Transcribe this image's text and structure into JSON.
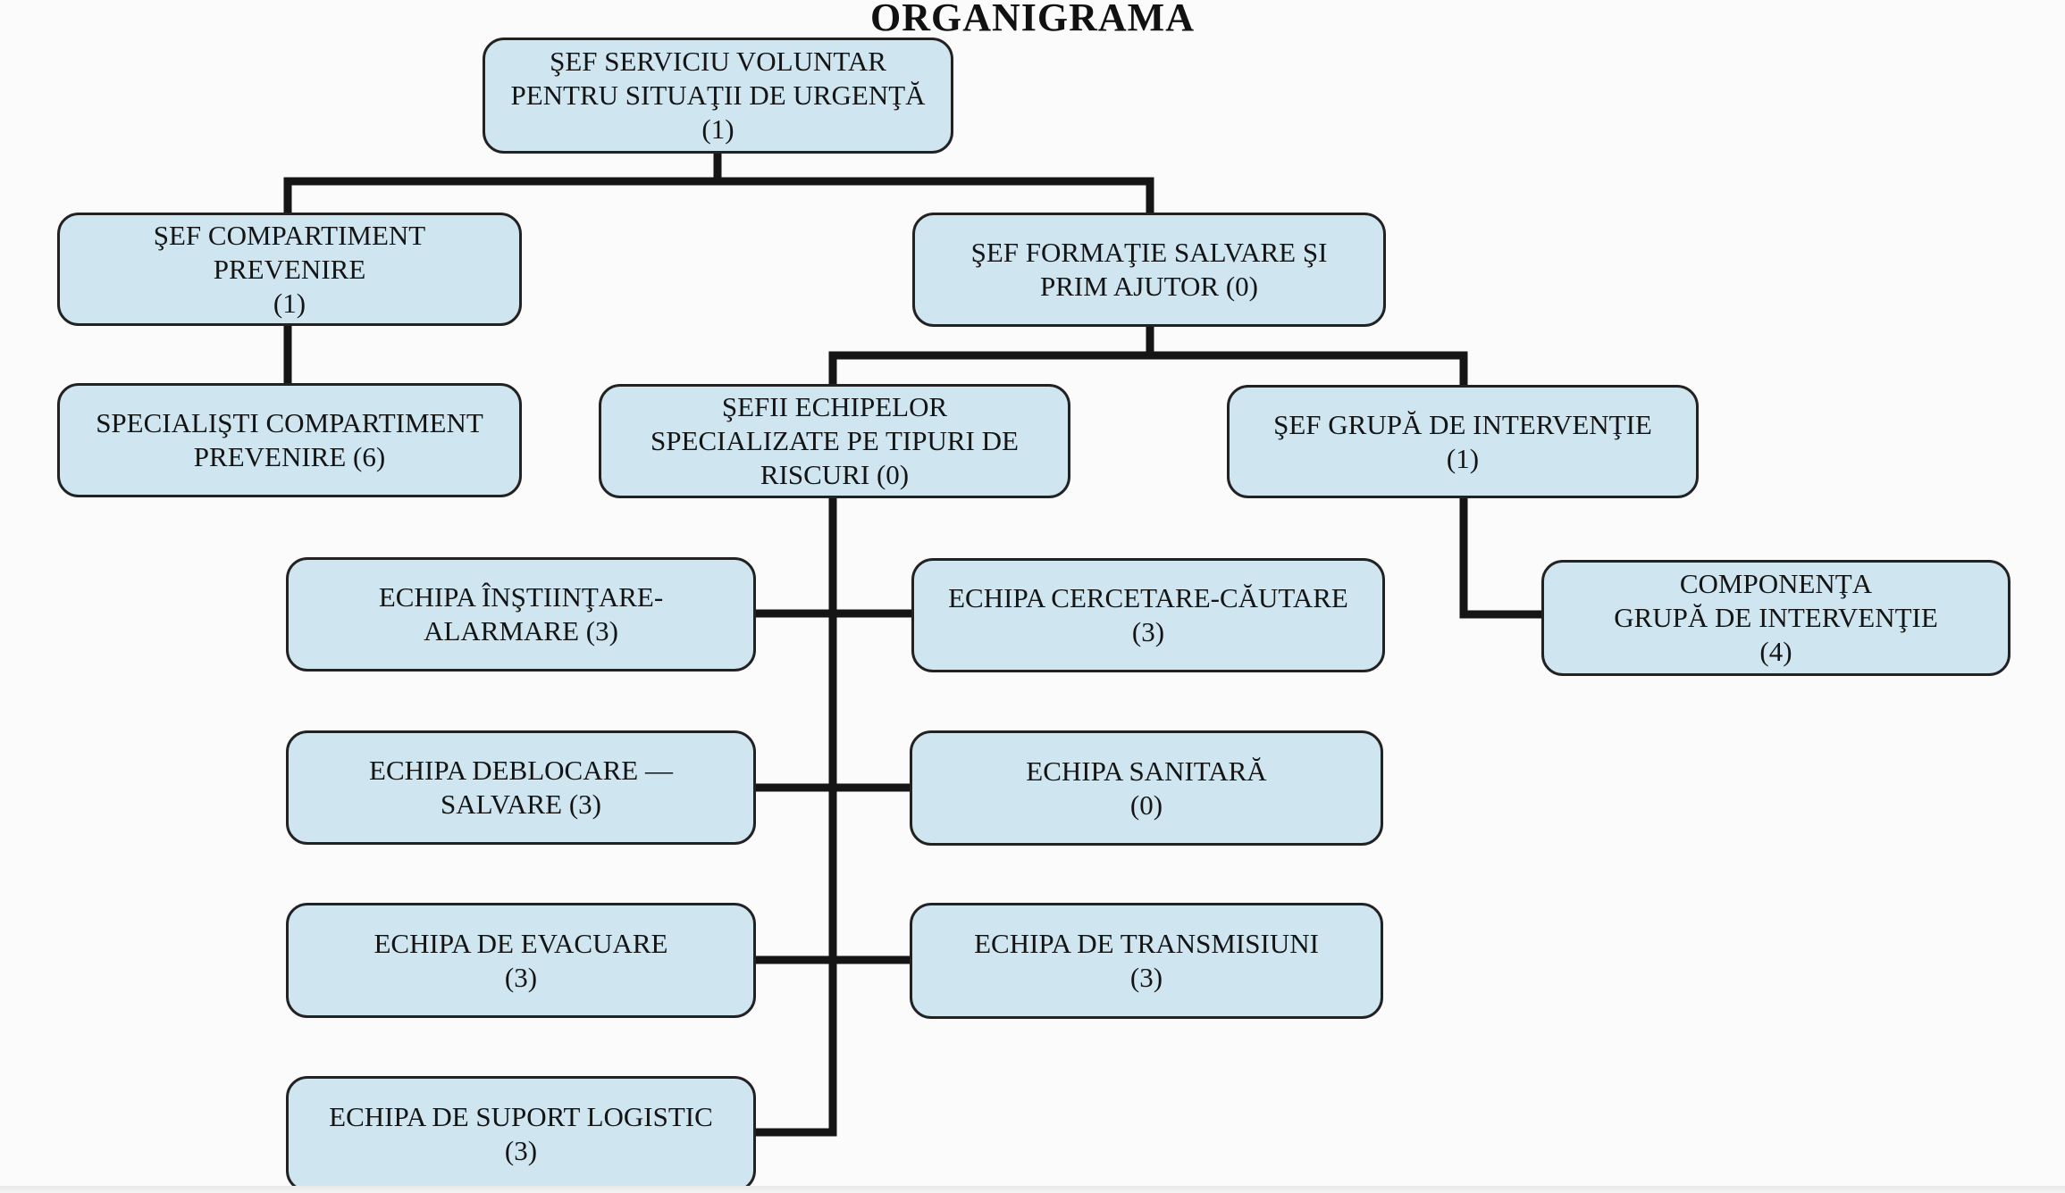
{
  "title": "ORGANIGRAMA",
  "nodes": {
    "head": {
      "lines": [
        "ŞEF SERVICIU VOLUNTAR",
        "PENTRU SITUAŢII DE URGENŢĂ",
        "(1)"
      ]
    },
    "prevention_chief": {
      "lines": [
        "ŞEF COMPARTIMENT",
        "PREVENIRE",
        "(1)"
      ]
    },
    "rescue_chief": {
      "lines": [
        "ŞEF FORMAŢIE  SALVARE ŞI",
        "PRIM AJUTOR   (0)"
      ]
    },
    "prevention_specialists": {
      "lines": [
        "SPECIALIŞTI COMPARTIMENT",
        "PREVENIRE   (6)"
      ]
    },
    "team_chiefs": {
      "lines": [
        "ŞEFII ECHIPELOR",
        "SPECIALIZATE PE  TIPURI DE",
        "RISCURI  (0)"
      ]
    },
    "intervention_chief": {
      "lines": [
        "ŞEF GRUPĂ DE INTERVENŢIE",
        "(1)"
      ]
    },
    "team_alert": {
      "lines": [
        "ECHIPA ÎNŞTIINŢARE-",
        "ALARMARE (3)"
      ]
    },
    "team_search": {
      "lines": [
        "ECHIPA CERCETARE-CĂUTARE",
        "(3)"
      ]
    },
    "intervention_group": {
      "lines": [
        "COMPONENŢA",
        "GRUPĂ DE INTERVENŢIE",
        "(4)"
      ]
    },
    "team_unblock": {
      "lines": [
        "ECHIPA DEBLOCARE —",
        "SALVARE (3)"
      ]
    },
    "team_medical": {
      "lines": [
        "ECHIPA SANITARĂ",
        "(0)"
      ]
    },
    "team_evacuation": {
      "lines": [
        "ECHIPA DE EVACUARE",
        "(3)"
      ]
    },
    "team_transmission": {
      "lines": [
        "ECHIPA DE TRANSMISIUNI",
        "(3)"
      ]
    },
    "team_logistics": {
      "lines": [
        "ECHIPA DE SUPORT  LOGISTIC",
        "(3)"
      ]
    }
  }
}
